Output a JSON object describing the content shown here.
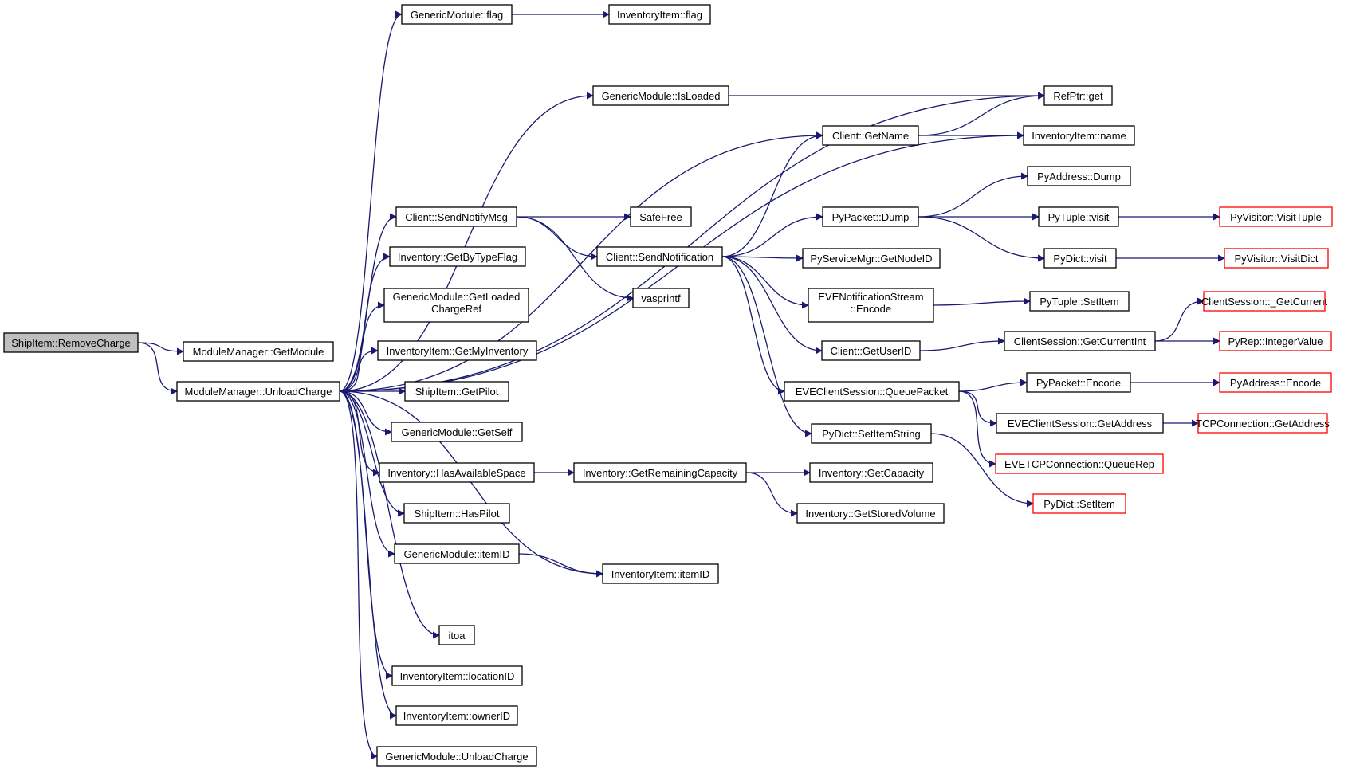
{
  "graph": {
    "colors": {
      "edge": "#191970",
      "border": "#000000",
      "truncated_border": "#ff0000",
      "root_fill": "#bfbfbf"
    },
    "nodes": [
      {
        "id": "shipitem-removecharge",
        "label": "ShipItem::RemoveCharge",
        "kind": "root"
      },
      {
        "id": "modulemanager-getmodule",
        "label": "ModuleManager::GetModule"
      },
      {
        "id": "modulemanager-unloadcharge",
        "label": "ModuleManager::UnloadCharge"
      },
      {
        "id": "genericmodule-flag",
        "label": "GenericModule::flag"
      },
      {
        "id": "inventoryitem-flag",
        "label": "InventoryItem::flag"
      },
      {
        "id": "genericmodule-isloaded",
        "label": "GenericModule::IsLoaded"
      },
      {
        "id": "refptr-get",
        "label": "RefPtr::get"
      },
      {
        "id": "client-getname",
        "label": "Client::GetName"
      },
      {
        "id": "inventoryitem-name",
        "label": "InventoryItem::name"
      },
      {
        "id": "client-sendnotifymsg",
        "label": "Client::SendNotifyMsg"
      },
      {
        "id": "safefree",
        "label": "SafeFree"
      },
      {
        "id": "client-sendnotification",
        "label": "Client::SendNotification"
      },
      {
        "id": "vasprintf",
        "label": "vasprintf"
      },
      {
        "id": "inventory-getbytypeflag",
        "label": "Inventory::GetByTypeFlag"
      },
      {
        "id": "genericmodule-getloadedchargeref",
        "label": "GenericModule::GetLoaded",
        "label2": "ChargeRef"
      },
      {
        "id": "inventoryitem-getmyinventory",
        "label": "InventoryItem::GetMyInventory"
      },
      {
        "id": "shipitem-getpilot",
        "label": "ShipItem::GetPilot"
      },
      {
        "id": "genericmodule-getself",
        "label": "GenericModule::GetSelf"
      },
      {
        "id": "inventory-hasavailablespace",
        "label": "Inventory::HasAvailableSpace"
      },
      {
        "id": "inventory-getremainingcapacity",
        "label": "Inventory::GetRemainingCapacity"
      },
      {
        "id": "inventory-getcapacity",
        "label": "Inventory::GetCapacity"
      },
      {
        "id": "inventory-getstoredvolume",
        "label": "Inventory::GetStoredVolume"
      },
      {
        "id": "shipitem-haspilot",
        "label": "ShipItem::HasPilot"
      },
      {
        "id": "genericmodule-itemid",
        "label": "GenericModule::itemID"
      },
      {
        "id": "inventoryitem-itemid",
        "label": "InventoryItem::itemID"
      },
      {
        "id": "itoa",
        "label": "itoa"
      },
      {
        "id": "inventoryitem-locationid",
        "label": "InventoryItem::locationID"
      },
      {
        "id": "inventoryitem-ownerid",
        "label": "InventoryItem::ownerID"
      },
      {
        "id": "genericmodule-unloadcharge",
        "label": "GenericModule::UnloadCharge"
      },
      {
        "id": "pypacket-dump",
        "label": "PyPacket::Dump"
      },
      {
        "id": "pyservicemgr-getnodeid",
        "label": "PyServiceMgr::GetNodeID"
      },
      {
        "id": "evenotificationstream-encode",
        "label": "EVENotificationStream",
        "label2": "::Encode"
      },
      {
        "id": "client-getuserid",
        "label": "Client::GetUserID"
      },
      {
        "id": "eveclientsession-queuepacket",
        "label": "EVEClientSession::QueuePacket"
      },
      {
        "id": "pydict-setitemstring",
        "label": "PyDict::SetItemString"
      },
      {
        "id": "pyaddress-dump",
        "label": "PyAddress::Dump"
      },
      {
        "id": "pytuple-visit",
        "label": "PyTuple::visit"
      },
      {
        "id": "pydict-visit",
        "label": "PyDict::visit"
      },
      {
        "id": "pytuple-setitem",
        "label": "PyTuple::SetItem"
      },
      {
        "id": "clientsession-getcurrentint",
        "label": "ClientSession::GetCurrentInt"
      },
      {
        "id": "pypacket-encode",
        "label": "PyPacket::Encode"
      },
      {
        "id": "eveclientsession-getaddress",
        "label": "EVEClientSession::GetAddress"
      },
      {
        "id": "evetcpconnection-queuerep",
        "label": "EVETCPConnection::QueueRep",
        "kind": "truncated"
      },
      {
        "id": "pydict-setitem",
        "label": "PyDict::SetItem",
        "kind": "truncated"
      },
      {
        "id": "pyvisitor-visittuple",
        "label": "PyVisitor::VisitTuple",
        "kind": "truncated"
      },
      {
        "id": "pyvisitor-visitdict",
        "label": "PyVisitor::VisitDict",
        "kind": "truncated"
      },
      {
        "id": "clientsession-getcurrent",
        "label": "ClientSession::_GetCurrent",
        "kind": "truncated"
      },
      {
        "id": "pyrep-integervalue",
        "label": "PyRep::IntegerValue",
        "kind": "truncated"
      },
      {
        "id": "pyaddress-encode",
        "label": "PyAddress::Encode",
        "kind": "truncated"
      },
      {
        "id": "tcpconnection-getaddress",
        "label": "TCPConnection::GetAddress",
        "kind": "truncated"
      }
    ],
    "edges": [
      [
        "shipitem-removecharge",
        "modulemanager-getmodule"
      ],
      [
        "shipitem-removecharge",
        "modulemanager-unloadcharge"
      ],
      [
        "modulemanager-unloadcharge",
        "genericmodule-flag"
      ],
      [
        "modulemanager-unloadcharge",
        "refptr-get"
      ],
      [
        "modulemanager-unloadcharge",
        "genericmodule-isloaded"
      ],
      [
        "modulemanager-unloadcharge",
        "client-getname"
      ],
      [
        "modulemanager-unloadcharge",
        "inventoryitem-name"
      ],
      [
        "modulemanager-unloadcharge",
        "client-sendnotifymsg"
      ],
      [
        "modulemanager-unloadcharge",
        "inventory-getbytypeflag"
      ],
      [
        "modulemanager-unloadcharge",
        "genericmodule-getloadedchargeref"
      ],
      [
        "modulemanager-unloadcharge",
        "inventoryitem-getmyinventory"
      ],
      [
        "modulemanager-unloadcharge",
        "shipitem-getpilot"
      ],
      [
        "modulemanager-unloadcharge",
        "genericmodule-getself"
      ],
      [
        "modulemanager-unloadcharge",
        "inventory-hasavailablespace"
      ],
      [
        "modulemanager-unloadcharge",
        "shipitem-haspilot"
      ],
      [
        "modulemanager-unloadcharge",
        "genericmodule-itemid"
      ],
      [
        "modulemanager-unloadcharge",
        "inventoryitem-itemid"
      ],
      [
        "modulemanager-unloadcharge",
        "itoa"
      ],
      [
        "modulemanager-unloadcharge",
        "inventoryitem-locationid"
      ],
      [
        "modulemanager-unloadcharge",
        "inventoryitem-ownerid"
      ],
      [
        "modulemanager-unloadcharge",
        "genericmodule-unloadcharge"
      ],
      [
        "genericmodule-flag",
        "inventoryitem-flag"
      ],
      [
        "genericmodule-isloaded",
        "refptr-get"
      ],
      [
        "client-getname",
        "refptr-get"
      ],
      [
        "client-getname",
        "inventoryitem-name"
      ],
      [
        "client-sendnotifymsg",
        "safefree"
      ],
      [
        "client-sendnotifymsg",
        "client-sendnotification"
      ],
      [
        "client-sendnotifymsg",
        "vasprintf"
      ],
      [
        "client-sendnotification",
        "client-getname"
      ],
      [
        "client-sendnotification",
        "pypacket-dump"
      ],
      [
        "client-sendnotification",
        "pyservicemgr-getnodeid"
      ],
      [
        "client-sendnotification",
        "evenotificationstream-encode"
      ],
      [
        "client-sendnotification",
        "client-getuserid"
      ],
      [
        "client-sendnotification",
        "eveclientsession-queuepacket"
      ],
      [
        "client-sendnotification",
        "pydict-setitemstring"
      ],
      [
        "inventory-hasavailablespace",
        "inventory-getremainingcapacity"
      ],
      [
        "inventory-getremainingcapacity",
        "inventory-getcapacity"
      ],
      [
        "inventory-getremainingcapacity",
        "inventory-getstoredvolume"
      ],
      [
        "genericmodule-itemid",
        "inventoryitem-itemid"
      ],
      [
        "pypacket-dump",
        "pyaddress-dump"
      ],
      [
        "pypacket-dump",
        "pytuple-visit"
      ],
      [
        "pypacket-dump",
        "pydict-visit"
      ],
      [
        "evenotificationstream-encode",
        "pytuple-setitem"
      ],
      [
        "client-getuserid",
        "clientsession-getcurrentint"
      ],
      [
        "eveclientsession-queuepacket",
        "pypacket-encode"
      ],
      [
        "eveclientsession-queuepacket",
        "eveclientsession-getaddress"
      ],
      [
        "eveclientsession-queuepacket",
        "evetcpconnection-queuerep"
      ],
      [
        "pydict-setitemstring",
        "pydict-setitem"
      ],
      [
        "pytuple-visit",
        "pyvisitor-visittuple"
      ],
      [
        "pydict-visit",
        "pyvisitor-visitdict"
      ],
      [
        "clientsession-getcurrentint",
        "clientsession-getcurrent"
      ],
      [
        "clientsession-getcurrentint",
        "pyrep-integervalue"
      ],
      [
        "pypacket-encode",
        "pyaddress-encode"
      ],
      [
        "eveclientsession-getaddress",
        "tcpconnection-getaddress"
      ]
    ]
  }
}
